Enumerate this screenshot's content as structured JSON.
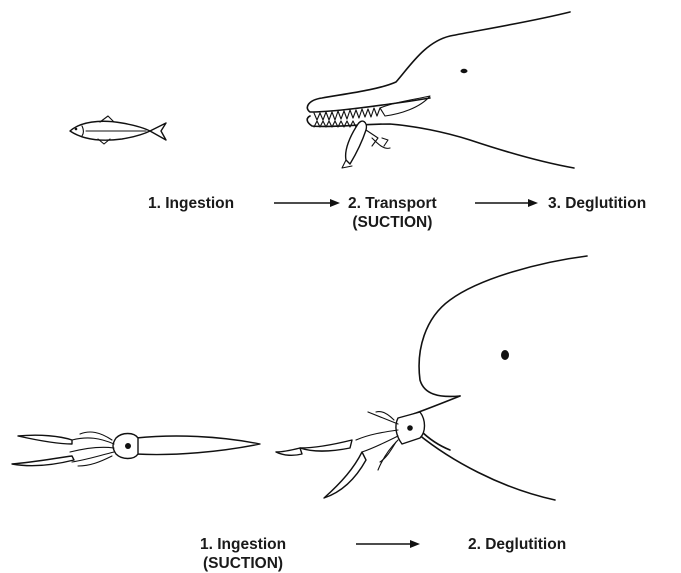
{
  "top_sequence": {
    "step1": "1. Ingestion",
    "step2": "2. Transport",
    "step2_note": "(SUCTION)",
    "step3": "3. Deglutition"
  },
  "bottom_sequence": {
    "step1": "1. Ingestion",
    "step1_note": "(SUCTION)",
    "step2": "2. Deglutition"
  }
}
